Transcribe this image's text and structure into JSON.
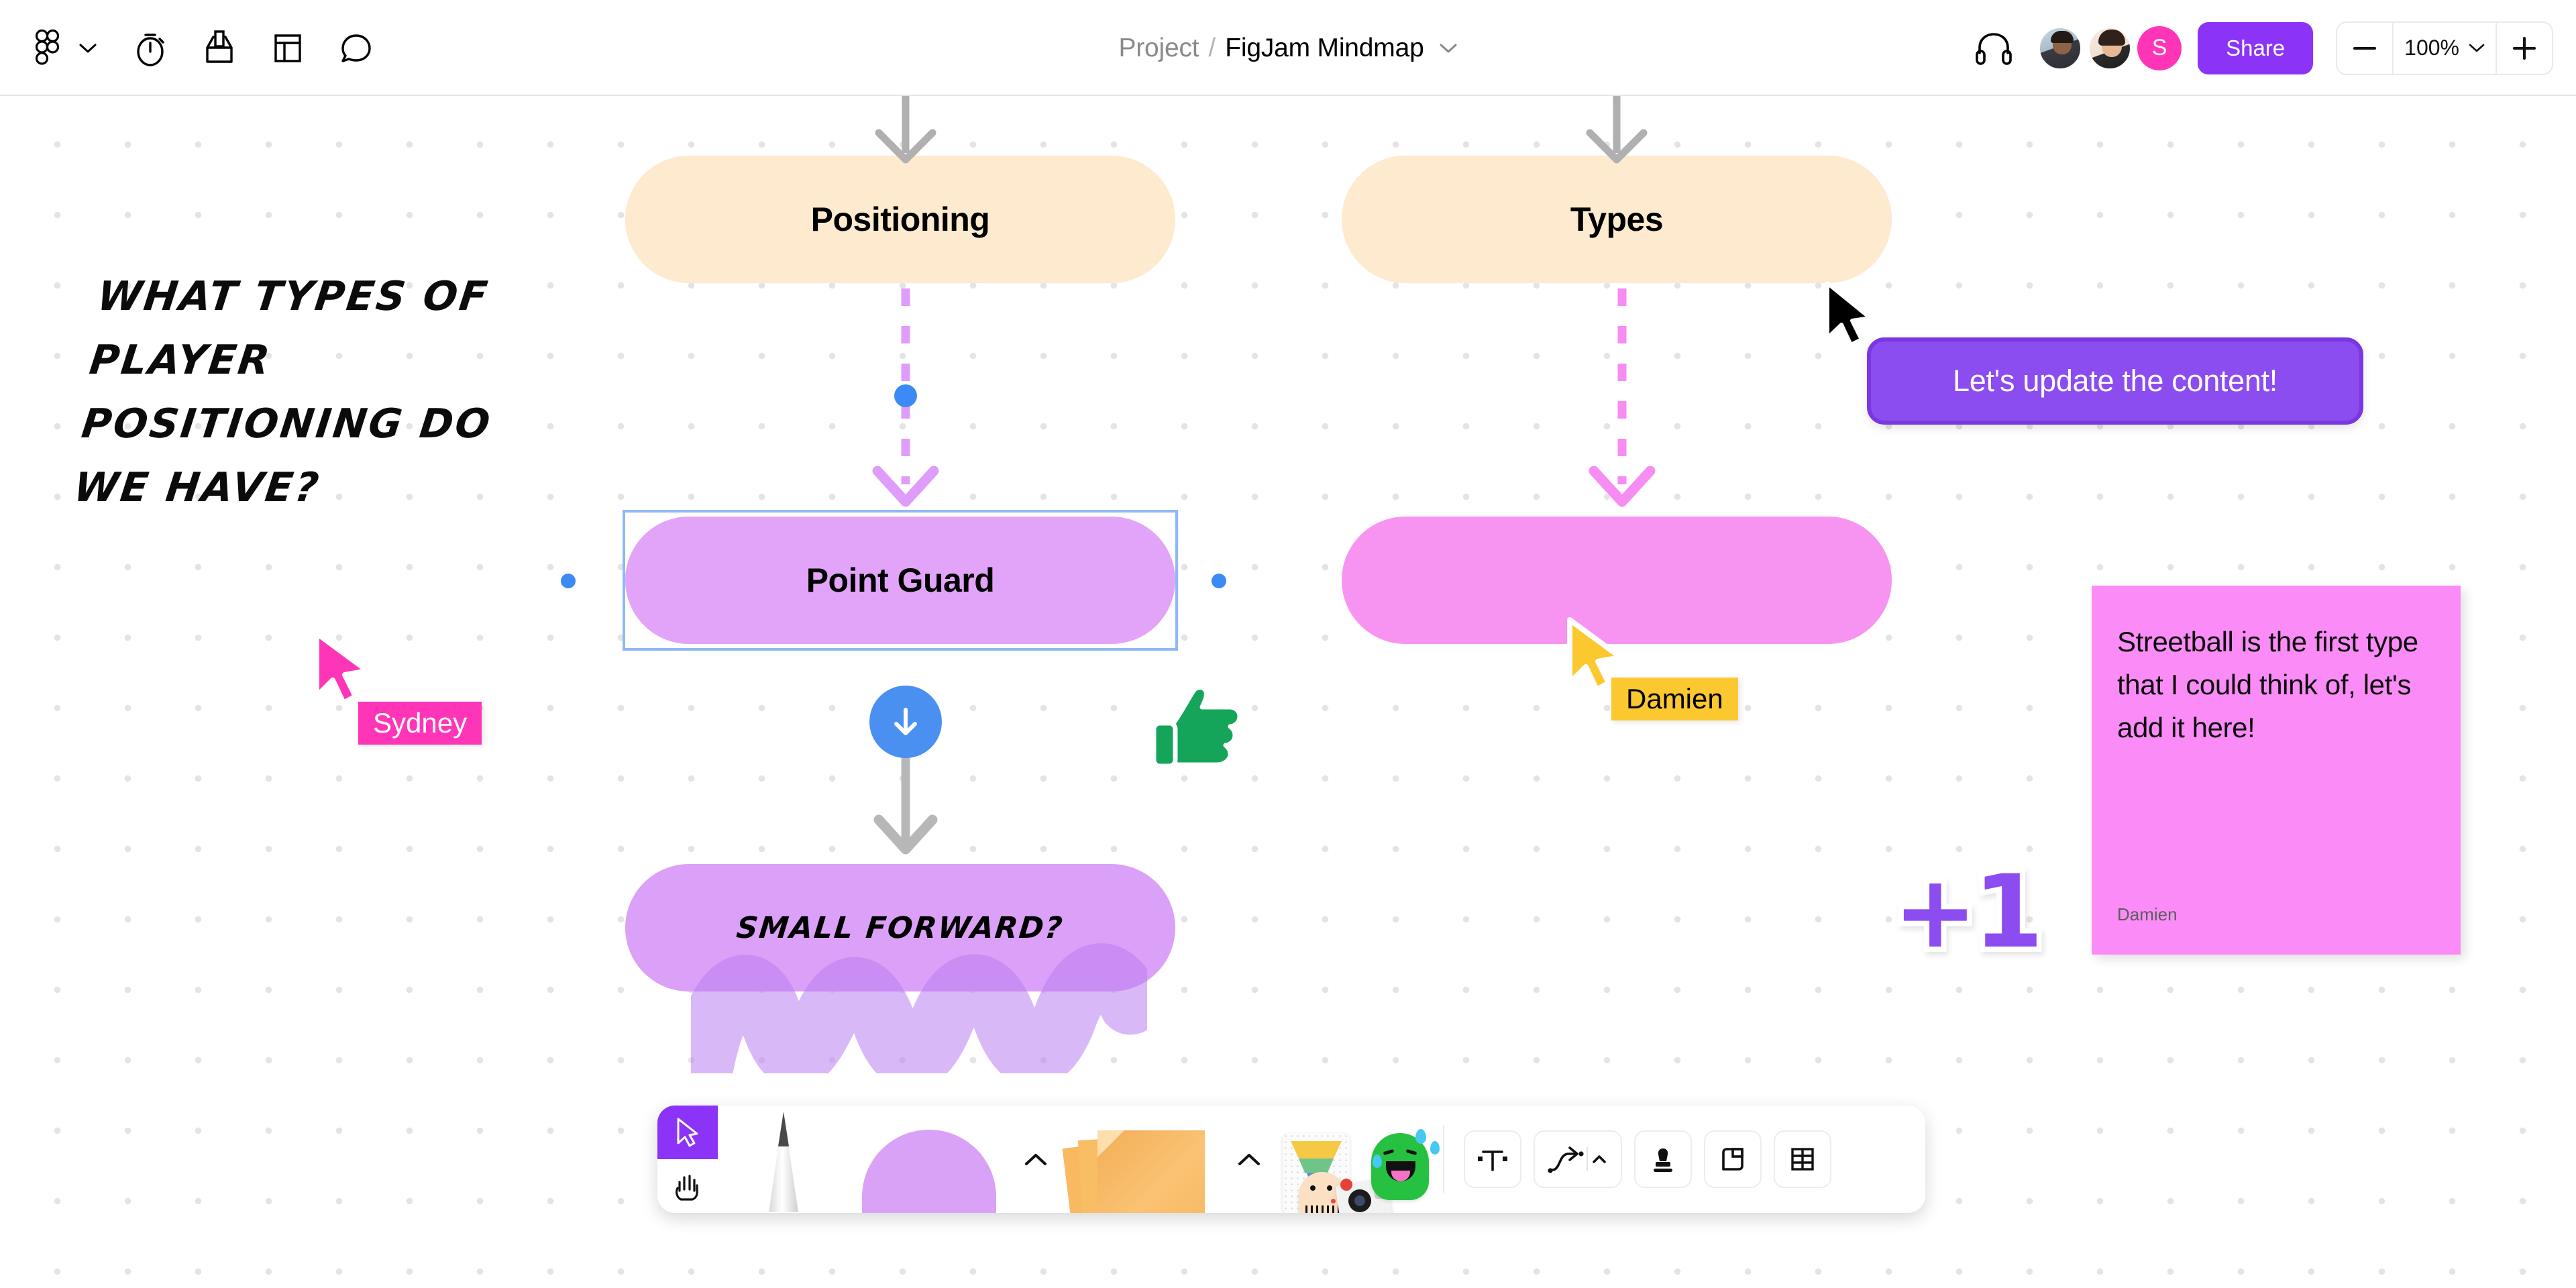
{
  "app": {
    "name": "FigJam"
  },
  "topbar": {
    "menu_icon": "figma-logo-icon",
    "menu_caret": "chevron-down-icon",
    "tools": [
      {
        "name": "timer-icon",
        "label": "Timer"
      },
      {
        "name": "voting-box-icon",
        "label": "Vote"
      },
      {
        "name": "template-icon",
        "label": "Templates"
      },
      {
        "name": "comment-icon",
        "label": "Comment"
      }
    ],
    "breadcrumb": {
      "project": "Project",
      "separator": "/",
      "file": "FigJam Mindmap"
    },
    "headset_icon": "headset-icon",
    "collaborators": [
      {
        "name": "avatar-1",
        "type": "photo"
      },
      {
        "name": "avatar-2",
        "type": "photo"
      },
      {
        "name": "avatar-3",
        "type": "initial",
        "initial": "S",
        "color": "#ff35b8"
      }
    ],
    "share_label": "Share",
    "share_color": "#8b33f7",
    "zoom": {
      "minus": "−",
      "level": "100%",
      "caret": "chevron-down-icon",
      "plus": "+"
    }
  },
  "canvas": {
    "handwritten_question": "WHAT TYPES OF PLAYER POSITIONING DO WE HAVE?",
    "nodes": [
      {
        "id": "positioning",
        "label": "Positioning",
        "color": "#fdeacf",
        "style": "bold"
      },
      {
        "id": "types",
        "label": "Types",
        "color": "#fdeacf",
        "style": "bold"
      },
      {
        "id": "point-guard",
        "label": "Point Guard",
        "color": "#e2a4f8",
        "style": "bold",
        "selected": true
      },
      {
        "id": "pink-empty",
        "label": "",
        "color": "#f794f2",
        "style": "bold"
      },
      {
        "id": "small-forward",
        "label": "SMALL FORWARD?",
        "color": "#dba0f7",
        "style": "handwritten"
      }
    ],
    "sticky_note": {
      "text": "Streetball is the first type that I could think of, let's add it here!",
      "author": "Damien",
      "color": "#fb8cf7"
    },
    "comment_bubble": {
      "text": "Let's update the content!",
      "color": "#8b4cf0"
    },
    "cursors": [
      {
        "name": "Sydney",
        "color": "#ff35b8",
        "text_color": "#ffffff"
      },
      {
        "name": "Damien",
        "color": "#fcc830",
        "text_color": "#000000"
      }
    ],
    "reaction_badge": "+1",
    "thumbs_up_sticker": "thumbs-up-icon",
    "add_child_button": "add-child-arrow-down-icon"
  },
  "bottom_toolbar": {
    "items": [
      {
        "name": "tool-move-cursor",
        "label": "Move",
        "active": true
      },
      {
        "name": "tool-hand",
        "label": "Hand"
      },
      {
        "name": "tool-pen",
        "label": "Pen / Marker"
      },
      {
        "name": "tool-shape",
        "label": "Shape"
      },
      {
        "name": "tool-shape-chevron",
        "label": "Shape options"
      },
      {
        "name": "tool-sticky-note",
        "label": "Sticky note"
      },
      {
        "name": "tool-sticky-chevron",
        "label": "Sticky options"
      },
      {
        "name": "tool-stickers",
        "label": "Stickers & stamps"
      },
      {
        "name": "tool-text",
        "label": "Text"
      },
      {
        "name": "tool-connector",
        "label": "Connector"
      },
      {
        "name": "tool-connector-chevron",
        "label": "Connector options"
      },
      {
        "name": "tool-stamp",
        "label": "Stamp"
      },
      {
        "name": "tool-section",
        "label": "Section"
      },
      {
        "name": "tool-table",
        "label": "Table"
      }
    ]
  }
}
